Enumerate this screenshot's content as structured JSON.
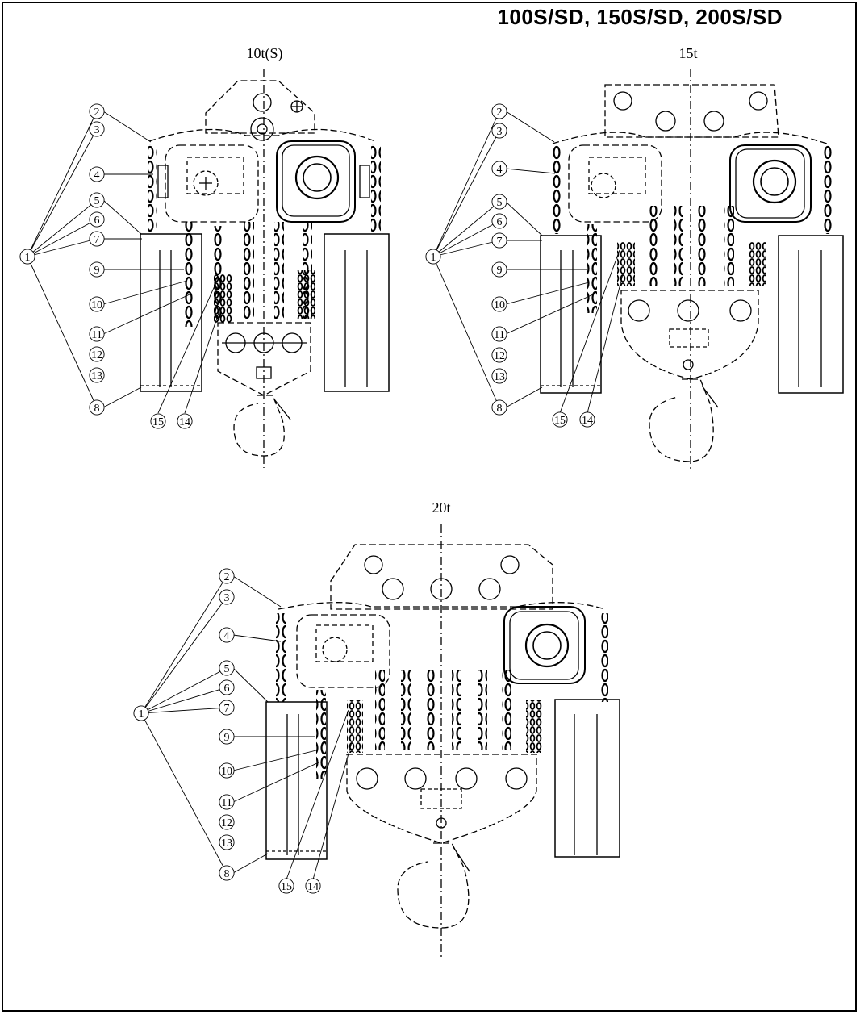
{
  "title": "100S/SD, 150S/SD, 200S/SD",
  "diagrams": [
    {
      "caption": "10t(S)"
    },
    {
      "caption": "15t"
    },
    {
      "caption": "20t"
    }
  ],
  "part_numbers": [
    "1",
    "2",
    "3",
    "4",
    "5",
    "6",
    "7",
    "8",
    "9",
    "10",
    "11",
    "12",
    "13",
    "14",
    "15"
  ]
}
